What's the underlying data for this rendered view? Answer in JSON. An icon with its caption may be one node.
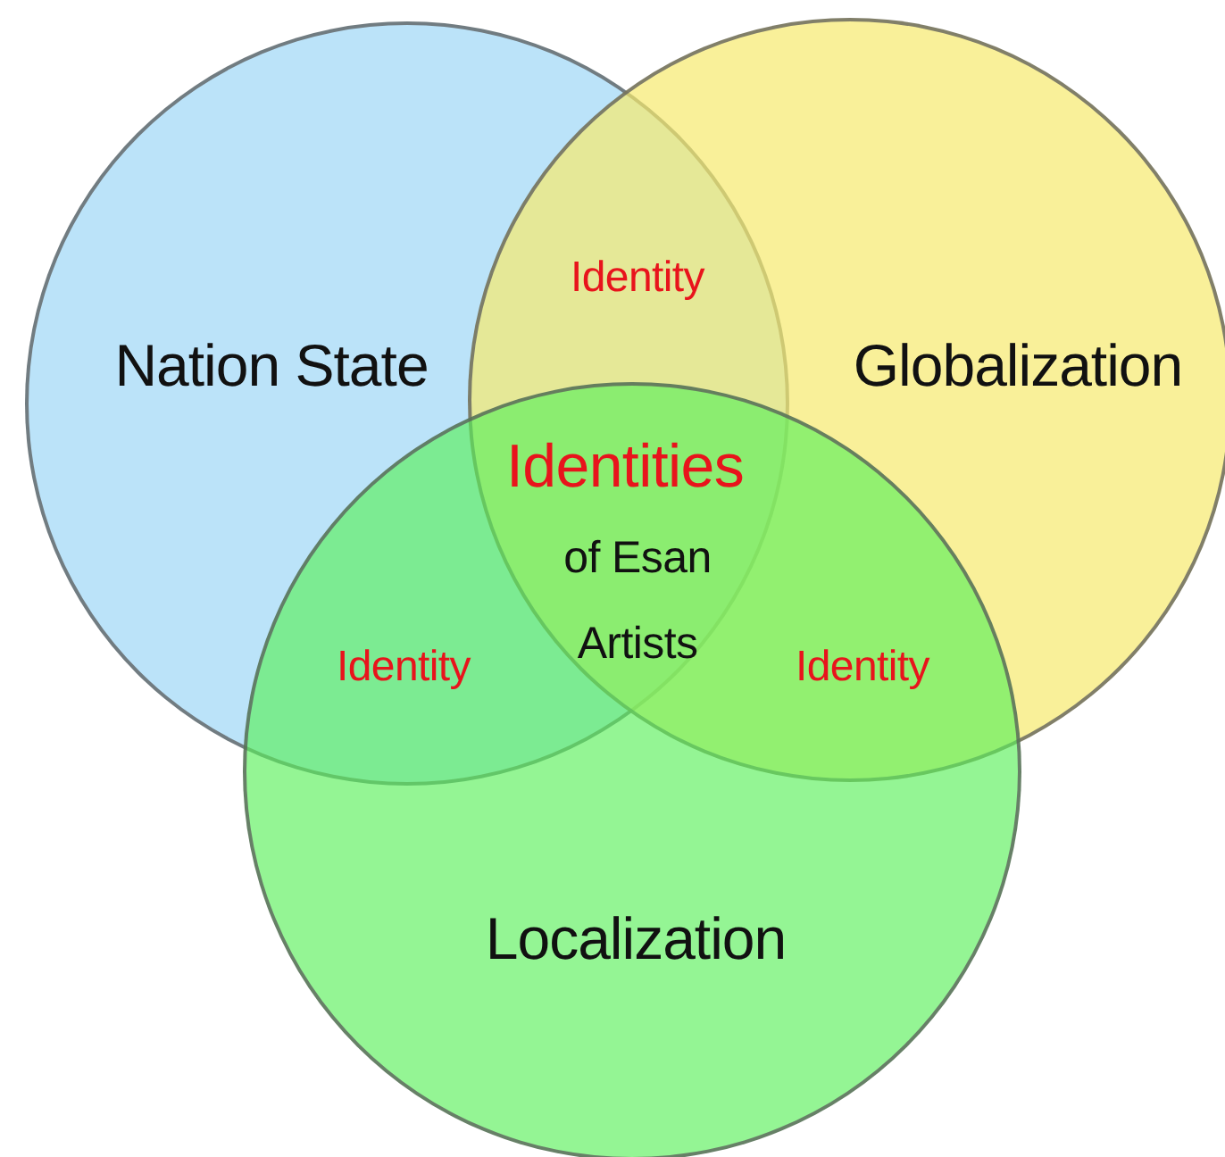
{
  "diagram": {
    "nodes": [
      {
        "text": [
          "Nation State"
        ]
      },
      {
        "text": [
          "Globalization"
        ]
      },
      {
        "text": [
          "Localization"
        ]
      }
    ],
    "labels": [
      "Identity",
      "Identities",
      "of Esan Artists",
      "Identity",
      "Identity"
    ]
  }
}
